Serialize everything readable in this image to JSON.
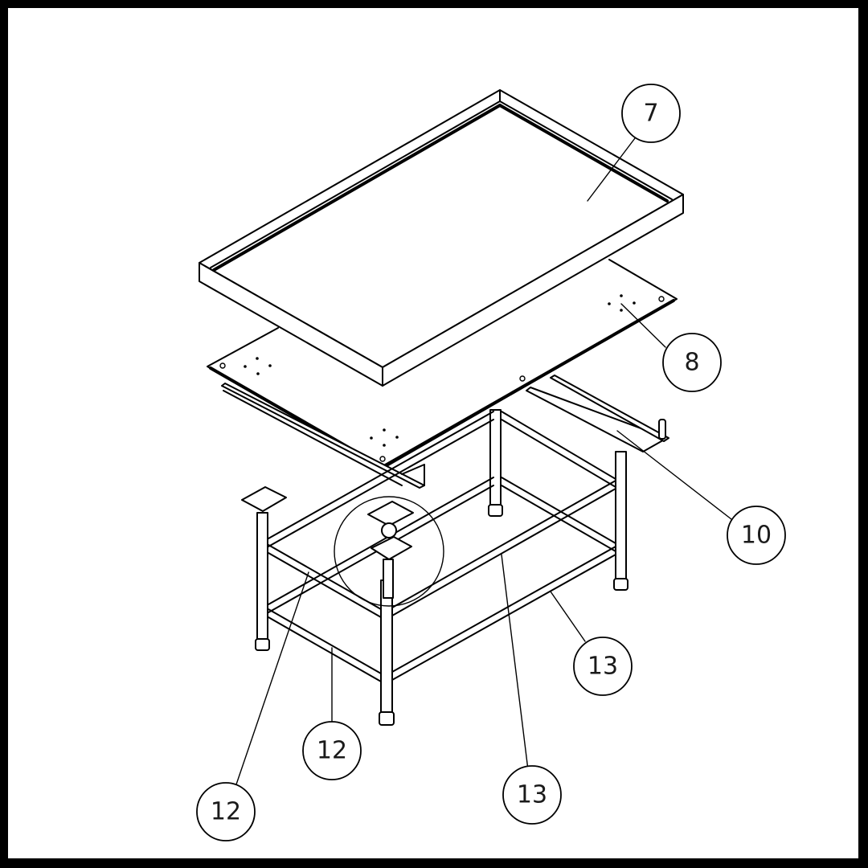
{
  "drawing": {
    "type": "exploded-assembly-view",
    "subject": "work table with top tray, shelf panel, rails, legs and crossbars",
    "colors": {
      "background": "#ffffff",
      "border": "#000000",
      "line": "#000000",
      "label_text": "#1a1a1a"
    }
  },
  "callouts": [
    {
      "id": "callout-7",
      "label": "7",
      "part": "top-tray"
    },
    {
      "id": "callout-8",
      "label": "8",
      "part": "top-panel"
    },
    {
      "id": "callout-10",
      "label": "10",
      "part": "side-rail"
    },
    {
      "id": "callout-12a",
      "label": "12",
      "part": "front-crossbar-upper"
    },
    {
      "id": "callout-12b",
      "label": "12",
      "part": "front-crossbar-lower"
    },
    {
      "id": "callout-13a",
      "label": "13",
      "part": "long-crossbar-upper"
    },
    {
      "id": "callout-13b",
      "label": "13",
      "part": "long-crossbar-lower"
    }
  ]
}
